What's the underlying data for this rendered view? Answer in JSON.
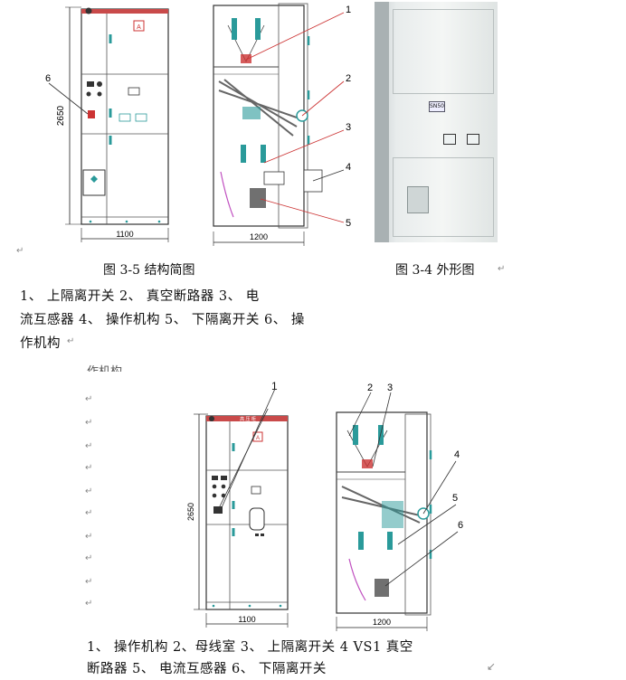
{
  "fig_top": {
    "cabinet": {
      "dim_height": "2650",
      "dim_width": "1100",
      "label": "6",
      "warn": "A"
    },
    "section": {
      "dim_width": "1200",
      "labels": [
        "1",
        "2",
        "3",
        "4",
        "5"
      ]
    },
    "photo": {
      "plate": "SN50"
    }
  },
  "captions": {
    "fig_3_5": "图 3-5  结构简图",
    "fig_3_4": "图 3-4  外形图"
  },
  "legend_top": {
    "line1": "1、            上隔离开关   2、                  真空断路器    3、                     电",
    "line2": "流互感器     4、          操作机构    5、                下隔离开关    6、          操",
    "line3": "作机构"
  },
  "fragment": "作机构",
  "fig_bottom": {
    "cabinet": {
      "dim_height": "2650",
      "dim_width": "1100",
      "label": "1",
      "warn": "A",
      "top_text": "高 压 柜"
    },
    "section": {
      "dim_width": "1200",
      "labels": [
        "2",
        "3",
        "4",
        "5",
        "6"
      ]
    }
  },
  "legend_bottom": {
    "line1": "1、       操作机构   2、母线室   3、                    上隔离开关 4    VS1 真空",
    "line2": "断路器    5、            电流互感器      6、               下隔离开关"
  },
  "marks": {
    "para": "↵",
    "arrow": "↙"
  }
}
